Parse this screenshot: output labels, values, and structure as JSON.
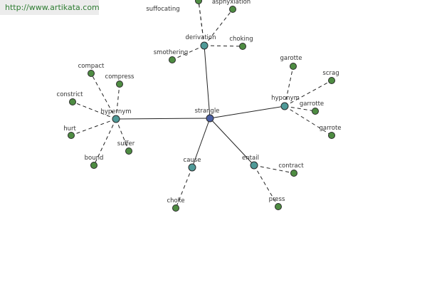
{
  "watermark": {
    "text": "http://www.artikata.com"
  },
  "colors": {
    "center_node": "#4a5fa3",
    "relation_node": "#4f9a98",
    "word_node": "#4e8c42",
    "node_stroke": "#2b2b2b",
    "edge": "#222222"
  },
  "graph": {
    "center": {
      "id": "strangle",
      "label": "strangle"
    },
    "relations": [
      {
        "id": "derivation",
        "label": "derivation",
        "words": [
          "asphyxiation",
          "suffocating",
          "choking",
          "smothering",
          ""
        ]
      },
      {
        "id": "hyponym",
        "label": "hyponym",
        "words": [
          "garotte",
          "scrag",
          "garrotte",
          "garrote"
        ]
      },
      {
        "id": "hypernym",
        "label": "hypernym",
        "words": [
          "compact",
          "compress",
          "constrict",
          "hurt",
          "bound",
          "suffer"
        ]
      },
      {
        "id": "cause",
        "label": "cause",
        "words": [
          "choke"
        ]
      },
      {
        "id": "entail",
        "label": "entail",
        "words": [
          "contract",
          "press"
        ]
      }
    ]
  }
}
